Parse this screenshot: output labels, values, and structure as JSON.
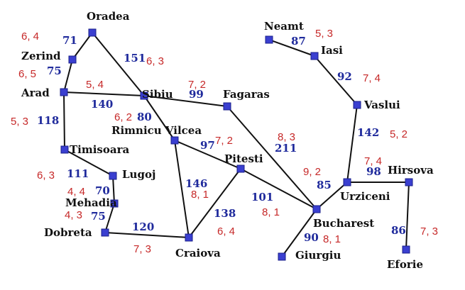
{
  "colors": {
    "node": "#3a3fd0",
    "distance": "#1f2a9c",
    "annotation": "#c62828",
    "road": "#111111"
  },
  "cities": [
    {
      "id": "oradea",
      "name": "Oradea"
    },
    {
      "id": "zerind",
      "name": "Zerind"
    },
    {
      "id": "arad",
      "name": "Arad"
    },
    {
      "id": "sibiu",
      "name": "Sibiu"
    },
    {
      "id": "fagaras",
      "name": "Fagaras"
    },
    {
      "id": "timisoara",
      "name": "Timisoara"
    },
    {
      "id": "lugoj",
      "name": "Lugoj"
    },
    {
      "id": "mehadia",
      "name": "Mehadia"
    },
    {
      "id": "dobreta",
      "name": "Dobreta"
    },
    {
      "id": "craiova",
      "name": "Craiova"
    },
    {
      "id": "rimnicu",
      "name": "Rimnicu Vilcea"
    },
    {
      "id": "pitesti",
      "name": "Pitesti"
    },
    {
      "id": "bucharest",
      "name": "Bucharest"
    },
    {
      "id": "giurgiu",
      "name": "Giurgiu"
    },
    {
      "id": "urziceni",
      "name": "Urziceni"
    },
    {
      "id": "hirsova",
      "name": "Hirsova"
    },
    {
      "id": "eforie",
      "name": "Eforie"
    },
    {
      "id": "vaslui",
      "name": "Vaslui"
    },
    {
      "id": "iasi",
      "name": "Iasi"
    },
    {
      "id": "neamt",
      "name": "Neamt"
    }
  ],
  "roads": [
    {
      "from": "oradea",
      "to": "zerind",
      "distance": "71"
    },
    {
      "from": "oradea",
      "to": "sibiu",
      "distance": "151"
    },
    {
      "from": "zerind",
      "to": "arad",
      "distance": "75"
    },
    {
      "from": "arad",
      "to": "sibiu",
      "distance": "140"
    },
    {
      "from": "arad",
      "to": "timisoara",
      "distance": "118"
    },
    {
      "from": "timisoara",
      "to": "lugoj",
      "distance": "111"
    },
    {
      "from": "lugoj",
      "to": "mehadia",
      "distance": "70"
    },
    {
      "from": "mehadia",
      "to": "dobreta",
      "distance": "75"
    },
    {
      "from": "dobreta",
      "to": "craiova",
      "distance": "120"
    },
    {
      "from": "sibiu",
      "to": "fagaras",
      "distance": "99"
    },
    {
      "from": "sibiu",
      "to": "rimnicu",
      "distance": "80"
    },
    {
      "from": "rimnicu",
      "to": "pitesti",
      "distance": "97"
    },
    {
      "from": "rimnicu",
      "to": "craiova",
      "distance": "146"
    },
    {
      "from": "craiova",
      "to": "pitesti",
      "distance": "138"
    },
    {
      "from": "fagaras",
      "to": "bucharest",
      "distance": "211"
    },
    {
      "from": "pitesti",
      "to": "bucharest",
      "distance": "101"
    },
    {
      "from": "bucharest",
      "to": "giurgiu",
      "distance": "90"
    },
    {
      "from": "bucharest",
      "to": "urziceni",
      "distance": "85"
    },
    {
      "from": "urziceni",
      "to": "hirsova",
      "distance": "98"
    },
    {
      "from": "hirsova",
      "to": "eforie",
      "distance": "86"
    },
    {
      "from": "urziceni",
      "to": "vaslui",
      "distance": "142"
    },
    {
      "from": "vaslui",
      "to": "iasi",
      "distance": "92"
    },
    {
      "from": "iasi",
      "to": "neamt",
      "distance": "87"
    }
  ],
  "annotations": [
    {
      "id": "oradea",
      "text": "6, 4"
    },
    {
      "id": "zerind",
      "text": "6, 5"
    },
    {
      "id": "arad-sibiu",
      "text": "5, 4"
    },
    {
      "id": "oradea-sibiu",
      "text": "6, 3"
    },
    {
      "id": "arad-timisoara",
      "text": "5, 3"
    },
    {
      "id": "sibiu-rimnicu",
      "text": "6, 2"
    },
    {
      "id": "sibiu-fagaras",
      "text": "7, 2"
    },
    {
      "id": "rimnicu-pitesti",
      "text": "7, 2"
    },
    {
      "id": "fagaras-bucharest",
      "text": "8, 3"
    },
    {
      "id": "timisoara-lugoj",
      "text": "6, 3"
    },
    {
      "id": "lugoj-mehadia",
      "text": "4, 4"
    },
    {
      "id": "mehadia-dobreta",
      "text": "4, 3"
    },
    {
      "id": "rimnicu-craiova",
      "text": "8, 1"
    },
    {
      "id": "pitesti-bucharest",
      "text": "8, 1"
    },
    {
      "id": "craiova-pitesti",
      "text": "6, 4"
    },
    {
      "id": "dobreta-craiova",
      "text": "7, 3"
    },
    {
      "id": "bucharest-urziceni",
      "text": "9, 2"
    },
    {
      "id": "bucharest-giurgiu",
      "text": "8, 1"
    },
    {
      "id": "neamt-iasi",
      "text": "5, 3"
    },
    {
      "id": "iasi-vaslui",
      "text": "7, 4"
    },
    {
      "id": "urziceni-vaslui",
      "text": "5, 2"
    },
    {
      "id": "urziceni-hirsova",
      "text": "7, 4"
    },
    {
      "id": "hirsova-eforie",
      "text": "7, 3"
    }
  ]
}
